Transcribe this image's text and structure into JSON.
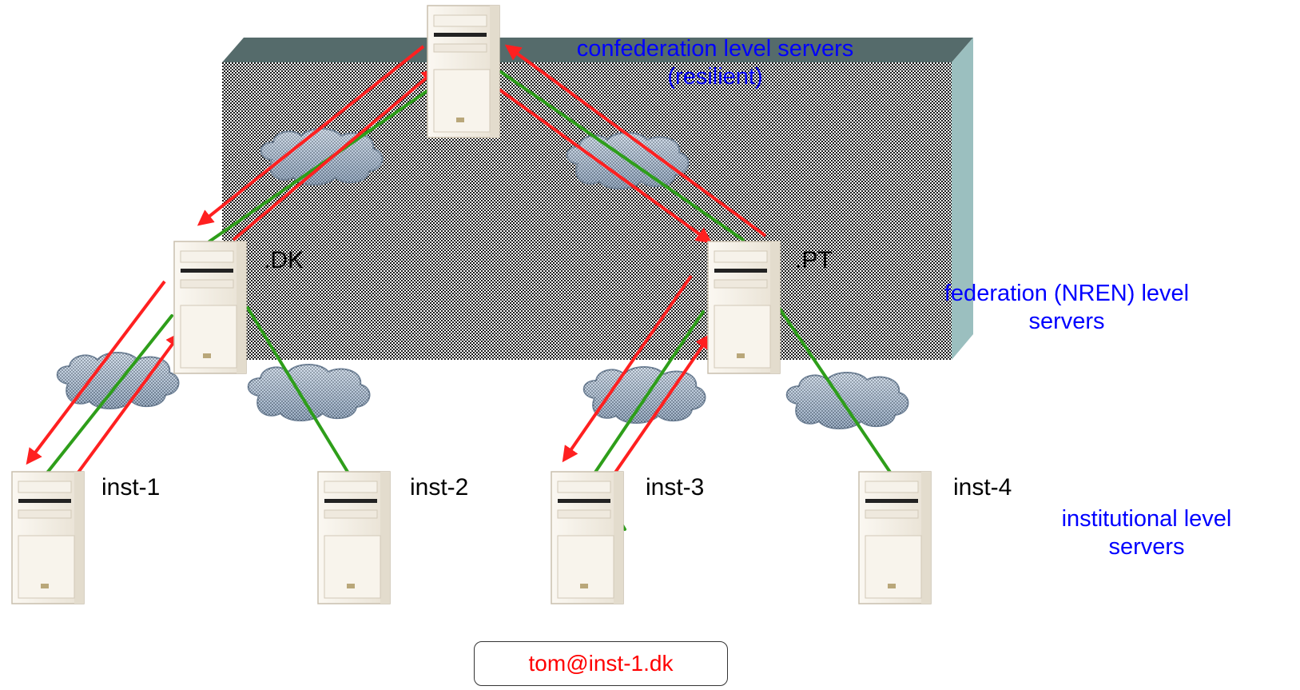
{
  "labels": {
    "dk": ".DK",
    "pt": ".PT",
    "inst1": "inst-1",
    "inst2": "inst-2",
    "inst3": "inst-3",
    "inst4": "inst-4",
    "confederation_line1": "confederation level servers",
    "confederation_line2": "(resilient)",
    "federation_line1": "federation (NREN) level",
    "federation_line2": "servers",
    "institutional_line1": "institutional level",
    "institutional_line2": "servers",
    "user_address": "tom@inst-1.dk"
  },
  "colors": {
    "link": "#2e9e1a",
    "arrow": "#ff2020",
    "label_blue": "#0000ff",
    "cloud": "#9fb6cf",
    "server_body": "#f4efe6",
    "slab_side": "#9bbfbf"
  }
}
